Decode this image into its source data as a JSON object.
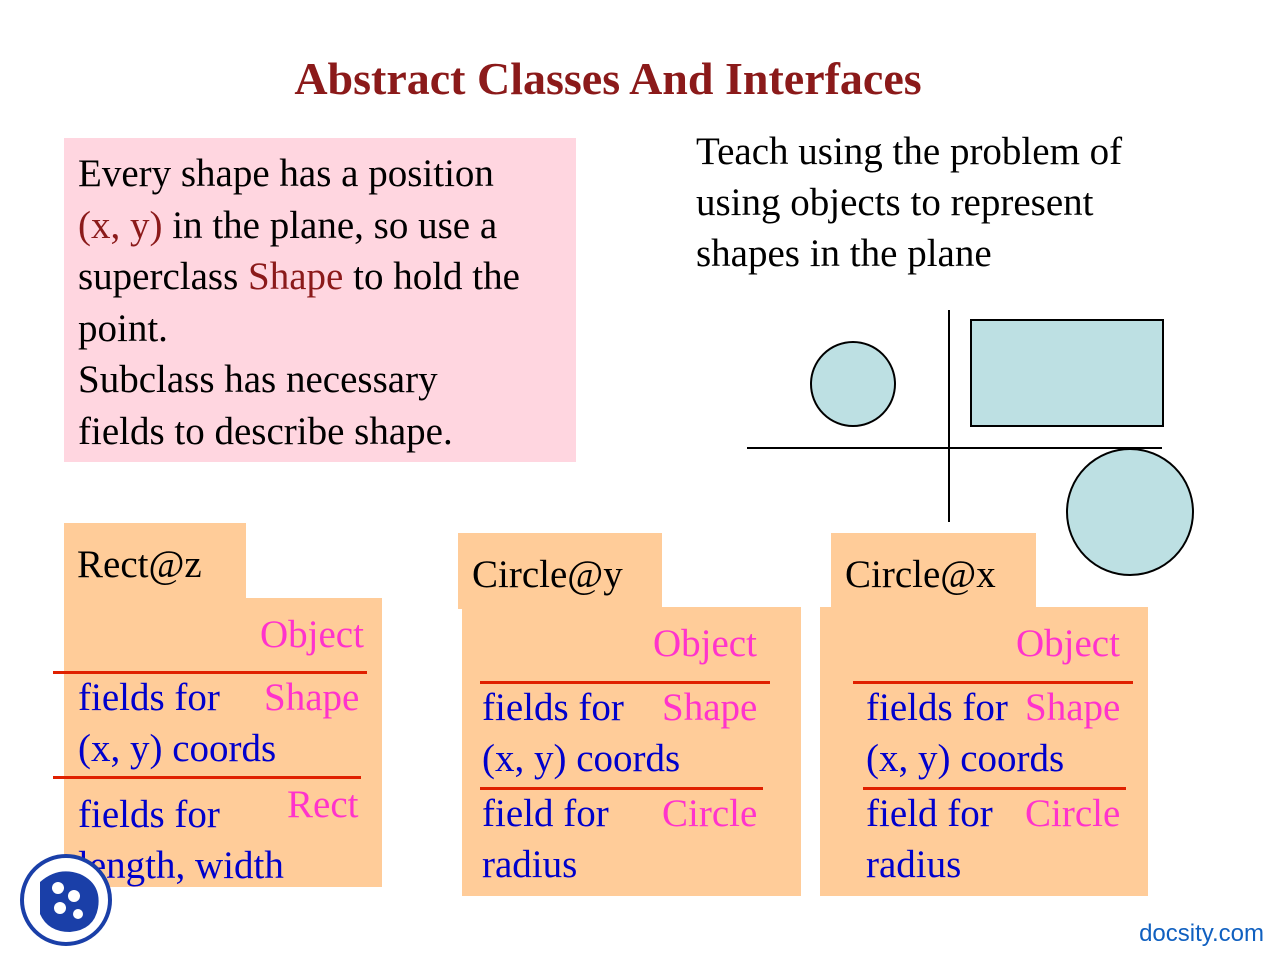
{
  "title": "Abstract Classes And Interfaces",
  "intro": {
    "line1": "Every shape has a position",
    "line2_hl": "(x, y)",
    "line2_rest": " in the plane, so use a",
    "line3_pre": "superclass ",
    "line3_hl": "Shape",
    "line3_post": " to hold the",
    "line4": "point.",
    "line5": "Subclass has necessary",
    "line6": "fields to describe shape."
  },
  "teach": {
    "line1": "Teach using the problem of",
    "line2": "using objects to represent",
    "line3": "shapes in the plane"
  },
  "colors": {
    "title": "#8b1a1a",
    "intro_bg": "#ffd6e0",
    "object_bg": "#ffcc99",
    "label": "#ff33cc",
    "field_text": "#0000cc",
    "divider": "#e02000",
    "shape_fill": "#bde0e3"
  },
  "objects": {
    "rect": {
      "name": "Rect@z",
      "object_label": "Object",
      "shape_label": "Shape",
      "sub_label": "Rect",
      "shape_fields_1": "fields for",
      "shape_fields_2": "(x, y) coords",
      "sub_fields_1": "fields for",
      "sub_fields_2": "length, width"
    },
    "circle_y": {
      "name": "Circle@y",
      "object_label": "Object",
      "shape_label": "Shape",
      "sub_label": "Circle",
      "shape_fields_1": "fields for",
      "shape_fields_2": "(x, y) coords",
      "sub_fields_1": "field for",
      "sub_fields_2": "radius"
    },
    "circle_x": {
      "name": "Circle@x",
      "object_label": "Object",
      "shape_label": "Shape",
      "sub_label": "Circle",
      "shape_fields_1": "fields for",
      "shape_fields_2": "(x, y) coords",
      "sub_fields_1": "field for",
      "sub_fields_2": "radius"
    }
  },
  "logo_icon": "docsity-logo-icon",
  "brand": "docsity.com"
}
